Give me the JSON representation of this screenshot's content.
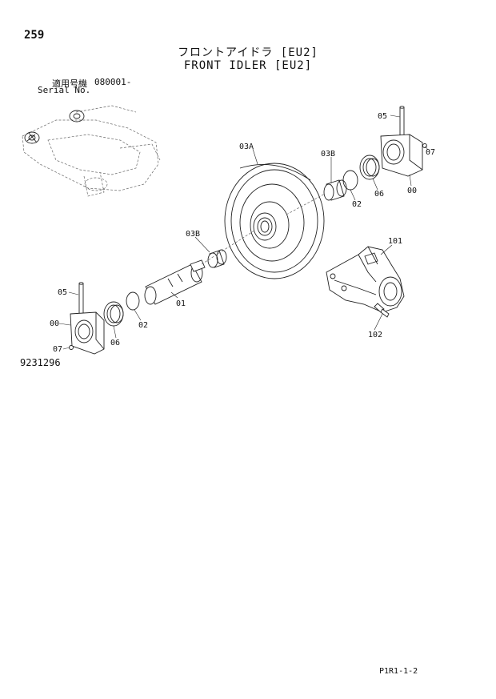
{
  "header": {
    "page_number": "259",
    "title_jp": "フロントアイドラ [EU2]",
    "title_en": "FRONT IDLER [EU2]",
    "serial_label_jp": "適用号機",
    "serial_label_en": "Serial No.",
    "serial_value": "080001-"
  },
  "callouts": {
    "p05_top": "05",
    "p07_top": "07",
    "p00_top": "00",
    "p06_top": "06",
    "p02_top": "02",
    "p03b_top": "03B",
    "p03a": "03A",
    "p03b_mid": "03B",
    "p101": "101",
    "p102": "102",
    "p05_bot": "05",
    "p00_bot": "00",
    "p07_bot": "07",
    "p06_bot": "06",
    "p02_bot": "02",
    "p01": "01"
  },
  "footer": {
    "drawing_number": "9231296",
    "page_code": "P1R1-1-2"
  }
}
